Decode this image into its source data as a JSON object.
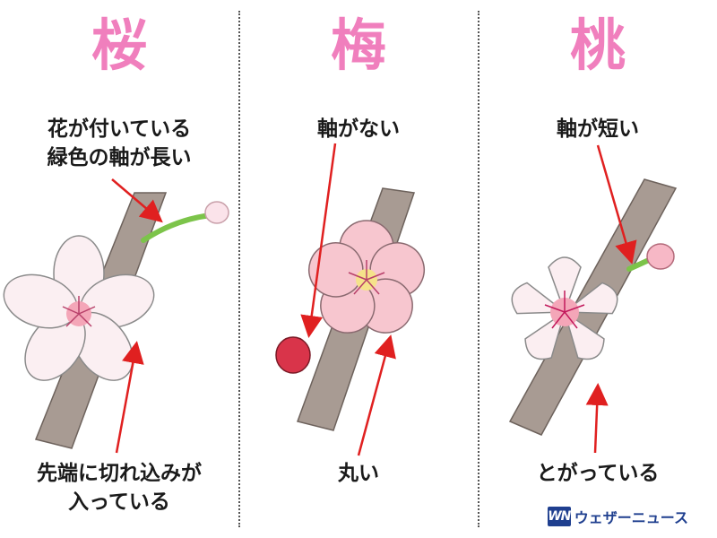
{
  "colors": {
    "title": "#f07fbd",
    "arrow": "#e02020",
    "branch": "#a89b93",
    "petal": "#fbe3ea",
    "petal_pink": "#f4a6b8",
    "stem": "#7cc44a",
    "bud": "#d9344a",
    "logo": "#1f3f8f"
  },
  "panels": [
    {
      "title": "桜",
      "top_label": [
        "花が付いている",
        "緑色の軸が長い"
      ],
      "bottom_label": [
        "先端に切れ込みが",
        "入っている"
      ]
    },
    {
      "title": "梅",
      "top_label": [
        "軸がない"
      ],
      "bottom_label": [
        "丸い"
      ]
    },
    {
      "title": "桃",
      "top_label": [
        "軸が短い"
      ],
      "bottom_label": [
        "とがっている"
      ]
    }
  ],
  "logo": {
    "mark": "WN",
    "text": "ウェザーニュース"
  }
}
